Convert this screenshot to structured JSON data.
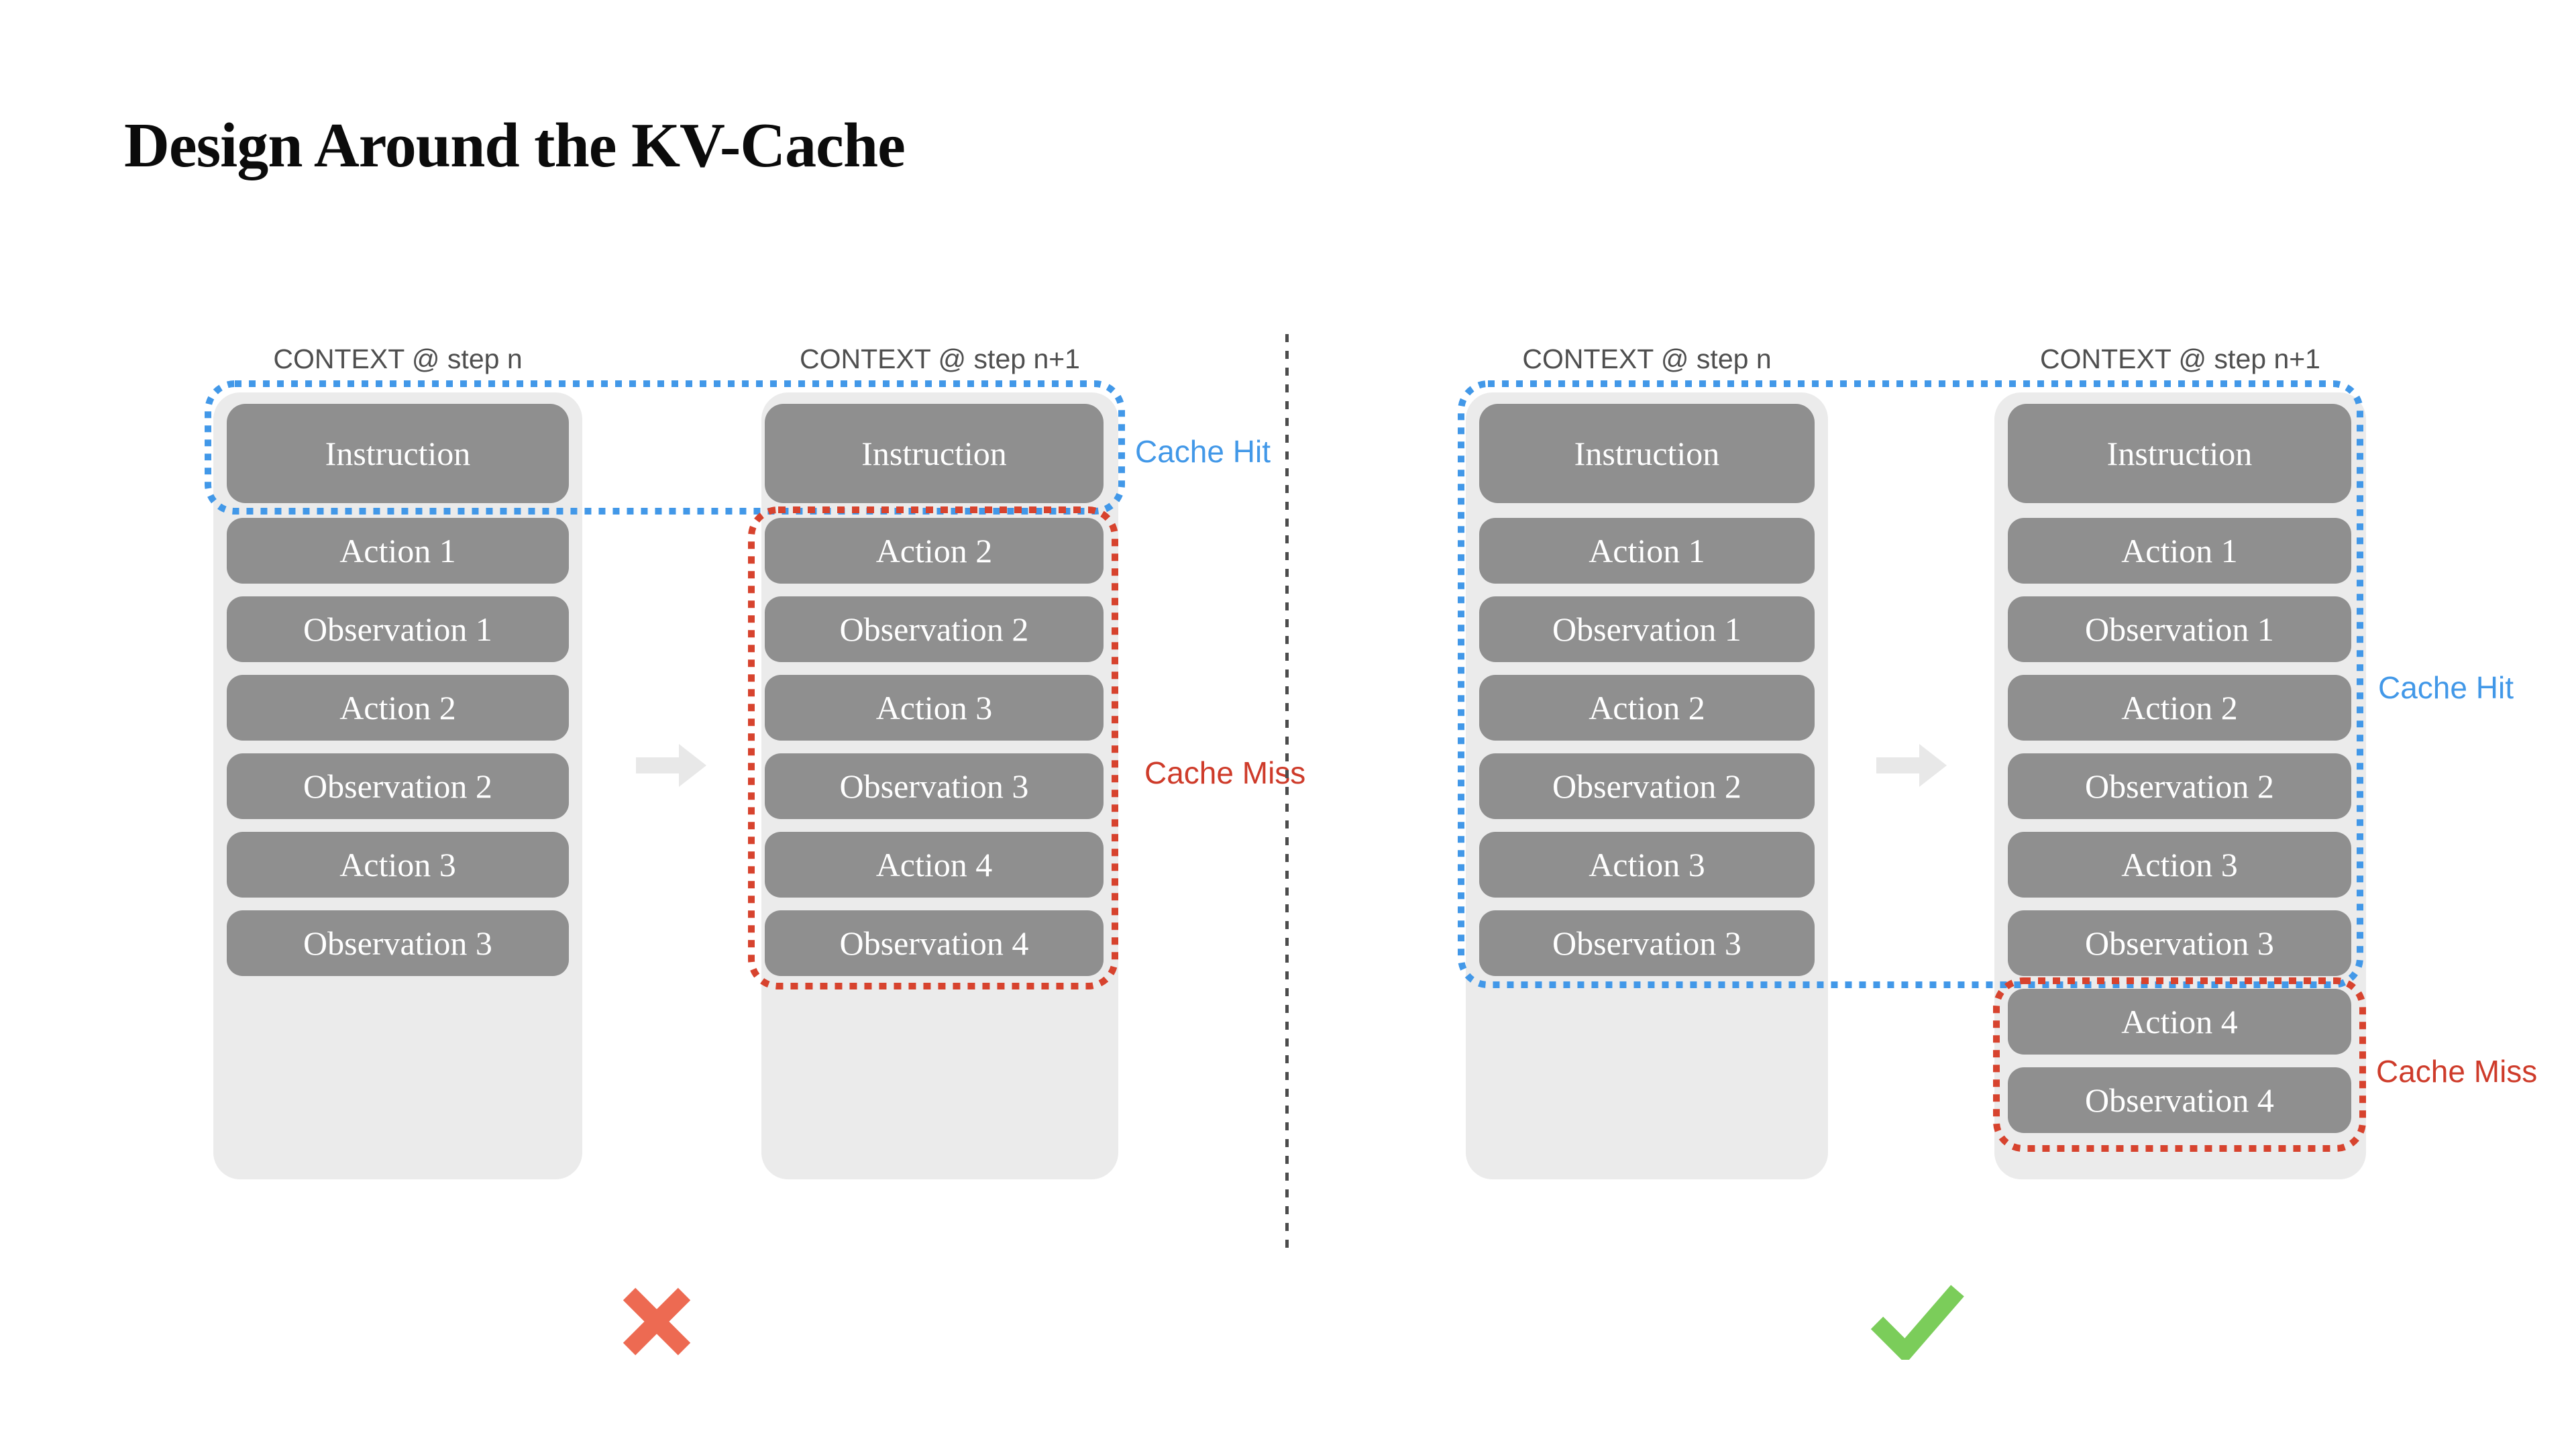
{
  "title": "Design Around the KV-Cache",
  "colors": {
    "accent_blue": "#4298e8",
    "accent_red": "#d7432e",
    "cache_miss_text": "#ce3b2a",
    "box_gray": "#8f8f8f",
    "column_bg": "#ebebeb",
    "arrow_gray": "#e8e8e8",
    "divider_gray": "#4c4c4c",
    "header_text": "#4f4f4f",
    "title_color": "#0b0b0b",
    "cross_red": "#ed6a52",
    "check_green": "#7bcd5a"
  },
  "left_panel": {
    "col1": {
      "header": "CONTEXT @ step n",
      "boxes": [
        "Instruction",
        "Action 1",
        "Observation 1",
        "Action 2",
        "Observation 2",
        "Action 3",
        "Observation 3"
      ]
    },
    "col2": {
      "header": "CONTEXT @ step n+1",
      "boxes": [
        "Instruction",
        "Action 2",
        "Observation 2",
        "Action 3",
        "Observation 3",
        "Action 4",
        "Observation 4"
      ]
    },
    "cache_hit": "Cache Hit",
    "cache_miss": "Cache Miss",
    "transition_icon": "arrow-right-icon",
    "verdict_icon": "cross-icon"
  },
  "right_panel": {
    "col1": {
      "header": "CONTEXT @ step n",
      "boxes": [
        "Instruction",
        "Action 1",
        "Observation 1",
        "Action 2",
        "Observation 2",
        "Action 3",
        "Observation 3"
      ]
    },
    "col2": {
      "header": "CONTEXT @ step n+1",
      "boxes": [
        "Instruction",
        "Action 1",
        "Observation 1",
        "Action 2",
        "Observation 2",
        "Action 3",
        "Observation 3",
        "Action 4",
        "Observation 4"
      ]
    },
    "cache_hit": "Cache Hit",
    "cache_miss": "Cache Miss",
    "transition_icon": "arrow-right-icon",
    "verdict_icon": "check-icon"
  }
}
